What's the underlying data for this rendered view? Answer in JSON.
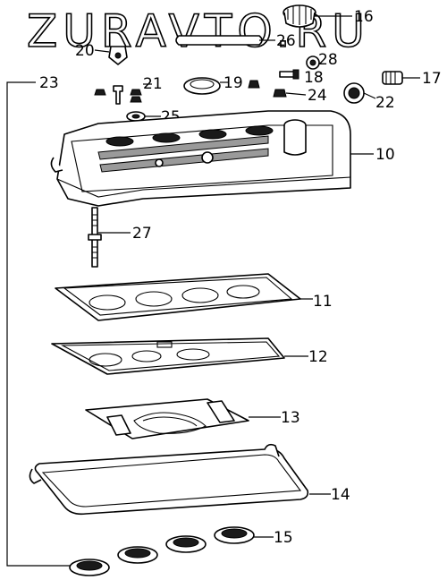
{
  "watermark": "ZURAVTO.RU",
  "callouts": {
    "c10": "10",
    "c11": "11",
    "c12": "12",
    "c13": "13",
    "c14": "14",
    "c15": "15",
    "c16": "16",
    "c17": "17",
    "c18": "18",
    "c19": "19",
    "c20": "20",
    "c21": "21",
    "c22": "22",
    "c23": "23",
    "c24": "24",
    "c25": "25",
    "c26": "26",
    "c27": "27",
    "c28": "28"
  }
}
